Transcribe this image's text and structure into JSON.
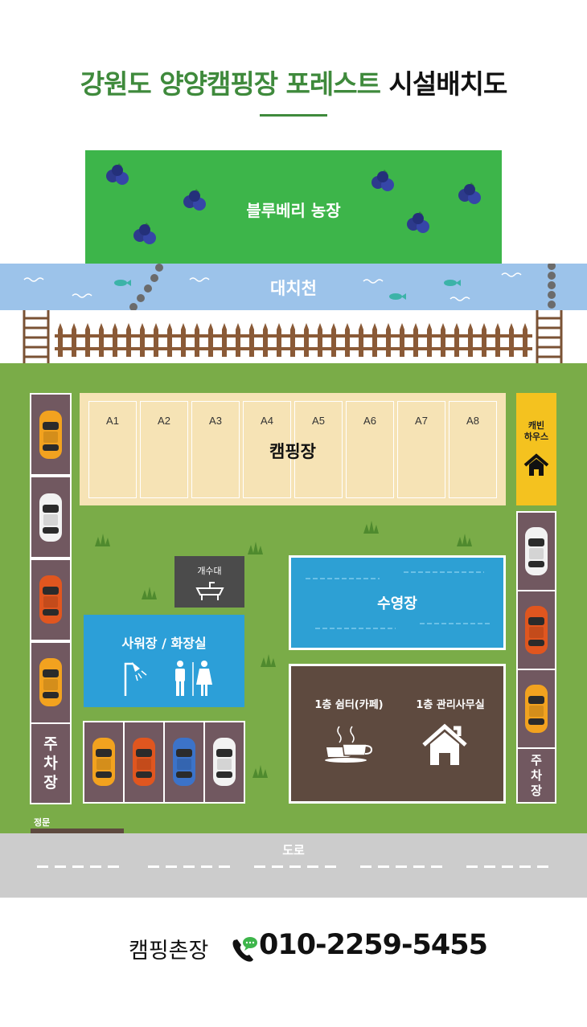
{
  "title": {
    "highlight": "강원도 양양캠핑장 포레스트",
    "rest": "시설배치도"
  },
  "farm": {
    "label": "블루베리 농장"
  },
  "stream": {
    "label": "대치천"
  },
  "camping": {
    "label": "캠핑장",
    "sites": [
      "A1",
      "A2",
      "A3",
      "A4",
      "A5",
      "A6",
      "A7",
      "A8"
    ]
  },
  "cabin": {
    "line1": "캐빈",
    "line2": "하우스"
  },
  "parking": {
    "left_label": "주\n차\n장",
    "right_label": "주\n차\n장"
  },
  "sink": {
    "label": "개수대"
  },
  "shower": {
    "label": "사워장 / 화장실"
  },
  "pool": {
    "label": "수영장"
  },
  "office": {
    "left_label": "1층 쉼터(카페)",
    "right_label": "1층 관리사무실"
  },
  "gate": {
    "label": "정문"
  },
  "road": {
    "label": "도로"
  },
  "contact": {
    "name": "캠핑촌장",
    "phone": "010-2259-5455"
  },
  "colors": {
    "accent_green": "#3f8a3c",
    "grass": "#7aac48",
    "farm_green": "#3db54a",
    "stream_blue": "#9cc3ea",
    "parking": "#715860",
    "cabin_yellow": "#f4c21f",
    "pool_blue": "#2da0d4",
    "office_brown": "#5e4a3f"
  }
}
